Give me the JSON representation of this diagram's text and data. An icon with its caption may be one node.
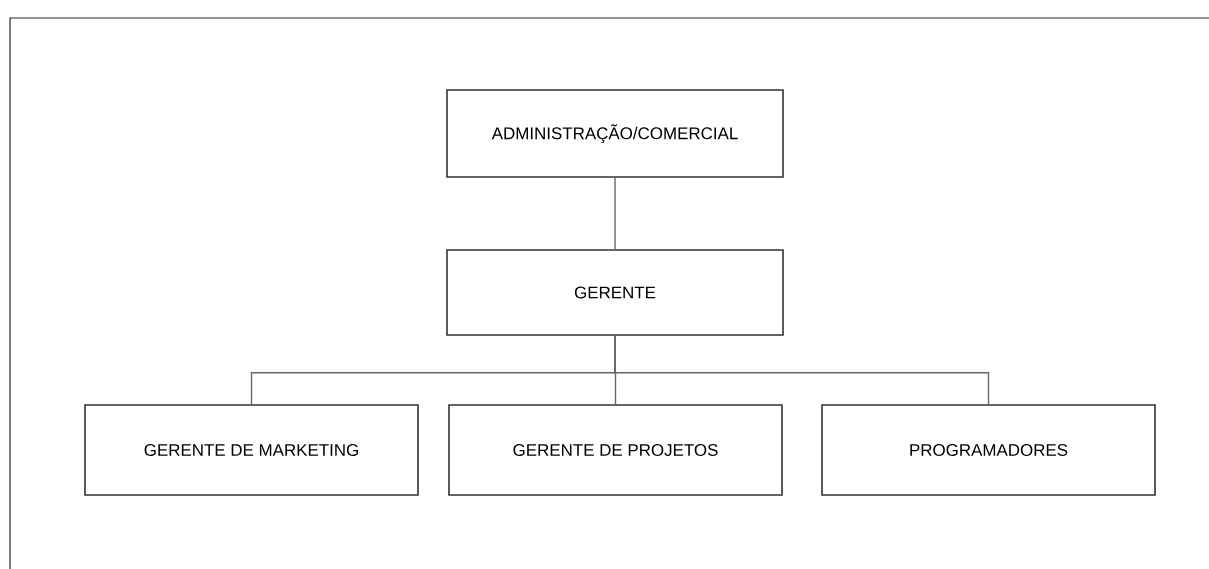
{
  "diagram": {
    "nodes": [
      {
        "text": [
          "ADMINISTRAÇÃO/COMERCIAL"
        ]
      },
      {
        "text": [
          "GERENTE"
        ]
      },
      {
        "text": [
          "GERENTE DE MARKETING"
        ]
      },
      {
        "text": [
          "GERENTE DE PROJETOS"
        ]
      },
      {
        "text": [
          "PROGRAMADORES"
        ]
      }
    ],
    "edges": [
      {
        "from": 0,
        "to": 1,
        "arrow": "none"
      },
      {
        "from": 1,
        "to": 2,
        "arrow": "none"
      },
      {
        "from": 1,
        "to": 3,
        "arrow": "none"
      },
      {
        "from": 1,
        "to": 4,
        "arrow": "none"
      }
    ]
  }
}
